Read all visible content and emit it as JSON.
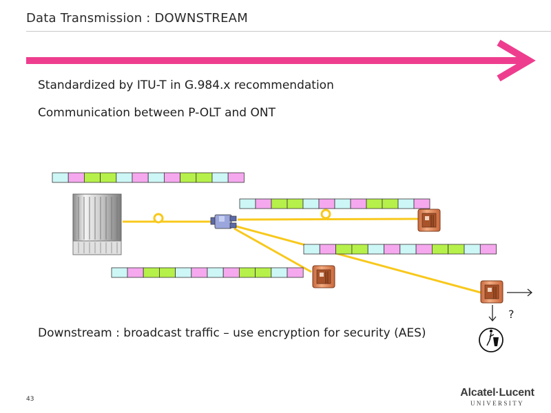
{
  "title": "Data Transmission : DOWNSTREAM",
  "bullets": [
    "Standardized by ITU-T in G.984.x recommendation",
    "Communication between P-OLT and ONT",
    "Downstream : broadcast traffic – use encryption for security (AES)"
  ],
  "question_mark": "?",
  "page_number": "43",
  "logo": {
    "main": "Alcatel·Lucent",
    "sub": "UNIVERSITY"
  },
  "colors": {
    "arrow": "#ee3d8f",
    "fiber": "#f8c81c",
    "cell_cyan": "#cdf6f6",
    "cell_pink": "#f5a8ee",
    "cell_green": "#b6f04a",
    "ont_body": "#f2a47a",
    "splitter": "#8896d0"
  },
  "frames": {
    "top": [
      "cyan",
      "pink",
      "green",
      "green",
      "cyan",
      "pink",
      "cyan",
      "pink",
      "green",
      "green",
      "cyan",
      "pink"
    ],
    "ont1": [
      "pink",
      "green",
      "green",
      "cyan",
      "pink",
      "cyan",
      "pink",
      "green",
      "green",
      "cyan",
      "pink"
    ],
    "ont2": [
      "pink",
      "green",
      "green",
      "cyan",
      "pink",
      "cyan",
      "pink",
      "green",
      "green",
      "cyan",
      "pink"
    ],
    "ont3": [
      "cyan",
      "pink",
      "green",
      "green",
      "cyan",
      "pink",
      "cyan",
      "pink",
      "green",
      "green",
      "cyan",
      "pink"
    ]
  },
  "icons": {
    "olt": "olt-rack-icon",
    "splitter": "splitter-icon",
    "ont": "ont-icon",
    "trash": "trash-icon"
  }
}
